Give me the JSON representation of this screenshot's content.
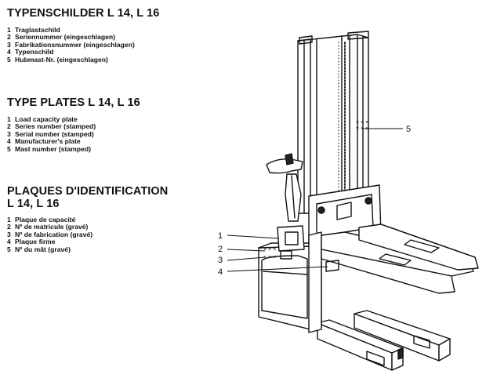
{
  "sections": {
    "de": {
      "title": "TYPENSCHILDER L 14, L 16",
      "items": [
        {
          "num": "1",
          "text": "Traglastschild"
        },
        {
          "num": "2",
          "text": "Seriennummer (eingeschlagen)"
        },
        {
          "num": "3",
          "text": "Fabrikationsnummer (eingeschlagen)"
        },
        {
          "num": "4",
          "text": "Typenschild"
        },
        {
          "num": "5",
          "text": "Hubmast-Nr. (eingeschlagen)"
        }
      ]
    },
    "en": {
      "title": "TYPE PLATES L 14, L 16",
      "items": [
        {
          "num": "1",
          "text": "Load capacity plate"
        },
        {
          "num": "2",
          "text": "Series number (stamped)"
        },
        {
          "num": "3",
          "text": "Serial number (stamped)"
        },
        {
          "num": "4",
          "text": "Manufacturer's plate"
        },
        {
          "num": "5",
          "text": "Mast number (stamped)"
        }
      ]
    },
    "fr": {
      "title_line1": "PLAQUES D'IDENTIFICATION",
      "title_line2": "L 14, L 16",
      "items": [
        {
          "num": "1",
          "text": "Plaque de capacité"
        },
        {
          "num": "2",
          "text": "Nº de matricule (gravé)"
        },
        {
          "num": "3",
          "text": "Nº de fabrication (gravé)"
        },
        {
          "num": "4",
          "text": "Plaque firme"
        },
        {
          "num": "5",
          "text": "Nº du mât (gravé)"
        }
      ]
    }
  },
  "callouts": {
    "c1": "1",
    "c2": "2",
    "c3": "3",
    "c4": "4",
    "c5": "5"
  },
  "stamp_marks": "× × ×"
}
